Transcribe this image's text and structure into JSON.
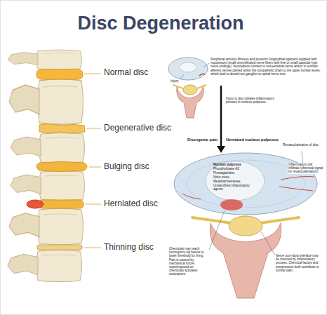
{
  "diagram": {
    "title": "Disc Degeneration",
    "labels": [
      "Normal disc",
      "Degenerative disc",
      "Bulging disc",
      "Herniated disc",
      "Thinning disc",
      "Peripheral annulus fibrosus and posterior longitudinal ligament supplied with nociceptors (small unmyelinated nerve fibers with free or small capsular-type nerve endings). Nociceptors connect to sinuvertebral nerve and/or to somatic afferent nerves carried within the sympathetic chain to the upper lumbar levels, which lead to dorsal root ganglion to spinal nerve root.",
      "Injury",
      "Injury to disc initiates inflammatory process in nucleus pulposus.",
      "Discogenic pain",
      "Herniated nucleus pulposus",
      "Nucleus pulposus",
      "Phospholipase A2",
      "Prostaglandins",
      "Nitric oxide",
      "Metalloproteinases",
      "Unidentified inflammatory agents",
      "Revascularization of disc",
      "Inflammatory cell infiltrate (chemical signal for revascularization)",
      "Chemicals may reach nociceptors via fissure to lower threshold for firing. Pain is caused by mechanical forces superimposed on chemically activated nociceptors.",
      "Nerve root–dura interface may be involved by inflammatory process. Chemical factors and compression both contribute to lumbar pain."
    ]
  }
}
